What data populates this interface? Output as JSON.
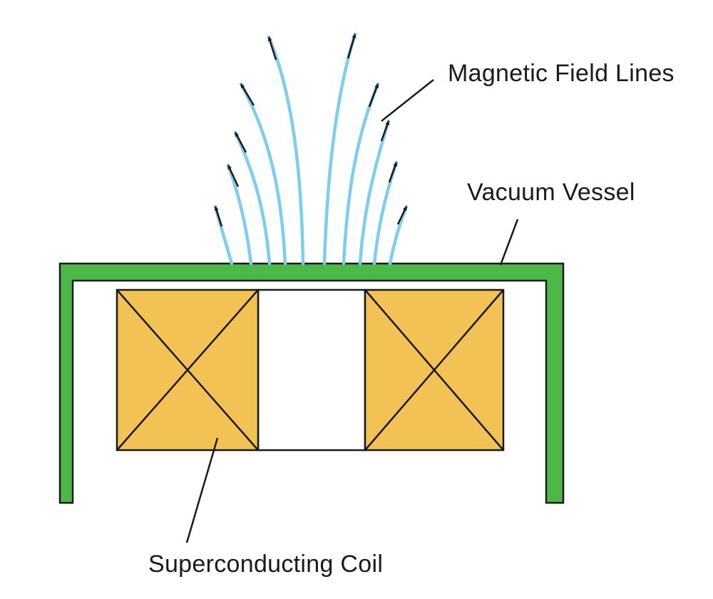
{
  "labels": {
    "field_lines": "Magnetic Field Lines",
    "vessel": "Vacuum Vessel",
    "coil": "Superconducting Coil"
  },
  "colors": {
    "vessel": "#4cb848",
    "coil": "#f2c255",
    "field_line": "#7ecdf0",
    "outline": "#1a1a1a",
    "background": "#ffffff"
  },
  "icons": {
    "arrow": "arrowhead-icon"
  }
}
